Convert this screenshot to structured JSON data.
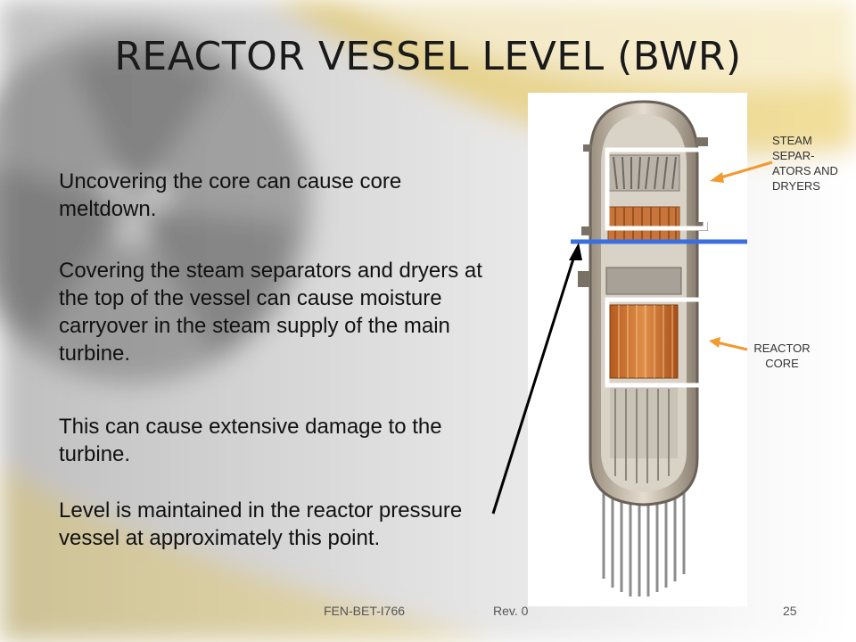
{
  "slide": {
    "title": "REACTOR VESSEL LEVEL (BWR)",
    "paragraphs": [
      "Uncovering the core can cause core meltdown.",
      "Covering the steam separators and dryers at the top of the vessel can cause moisture carryover in the steam supply of the main turbine.",
      "This can cause extensive damage to the turbine.",
      "Level is maintained in the reactor pressure vessel at approximately this point."
    ],
    "callouts": {
      "steam_separators": "STEAM SEPAR- ATORS AND DRYERS",
      "reactor_core": "REACTOR CORE"
    }
  },
  "footer": {
    "doc_id": "FEN-BET-I766",
    "revision": "Rev. 0",
    "page_number": "25"
  },
  "colors": {
    "water_level_line": "#3b6fe0",
    "callout_arrow": "#f29a2e",
    "background_accent": "#e8c54a"
  },
  "icons": {
    "background": "radiation-trefoil-icon",
    "illustration": "reactor-vessel-cutaway"
  }
}
